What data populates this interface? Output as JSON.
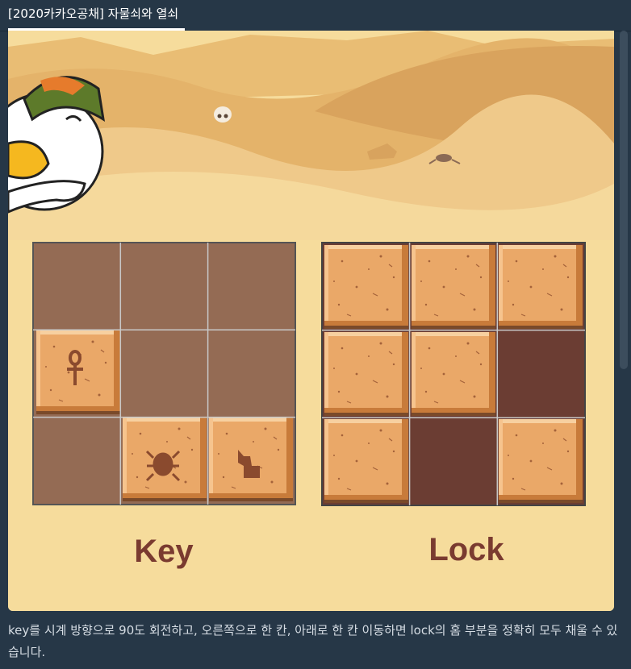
{
  "tab": {
    "title": "[2020카카오공채] 자물쇠와 열쇠"
  },
  "figure": {
    "key_label": "Key",
    "lock_label": "Lock",
    "key_grid": [
      [
        "empty",
        "empty",
        "empty"
      ],
      [
        "ankh",
        "empty",
        "empty"
      ],
      [
        "empty",
        "scarab",
        "anubis"
      ]
    ],
    "lock_grid": [
      [
        "block",
        "block",
        "block"
      ],
      [
        "block",
        "block",
        "hole"
      ],
      [
        "block",
        "hole",
        "block"
      ]
    ],
    "colors": {
      "sky": "#f7dd9e",
      "key_bg": "#946b54",
      "lock_hole": "#6b3d33",
      "tile": "#eaa868",
      "label": "#7a3b30"
    }
  },
  "description": "key를 시계 방향으로 90도 회전하고, 오른쪽으로 한 칸, 아래로 한 칸 이동하면 lock의 홈 부분을 정확히 모두 채울 수 있습니다."
}
